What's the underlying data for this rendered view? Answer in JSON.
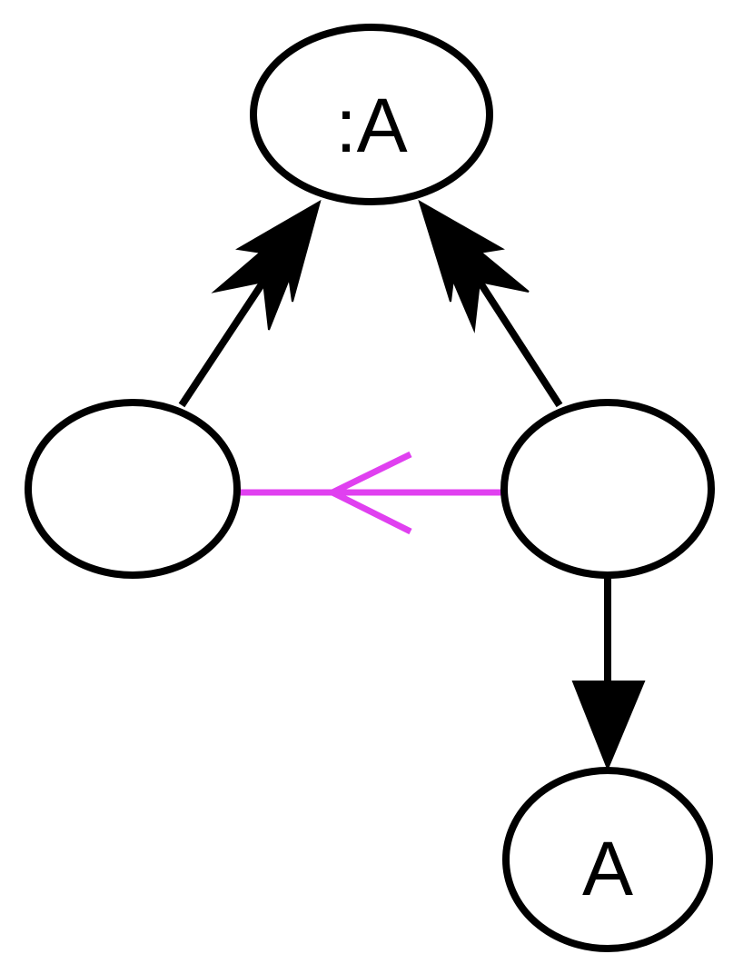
{
  "diagram": {
    "nodes": [
      {
        "id": "top",
        "label": ":A"
      },
      {
        "id": "left",
        "label": ""
      },
      {
        "id": "right",
        "label": ""
      },
      {
        "id": "bottom",
        "label": "A"
      }
    ],
    "edges": [
      {
        "id": "left-to-top",
        "from": "left",
        "to": "top",
        "arrowhead": "double-filled"
      },
      {
        "id": "right-to-top",
        "from": "right",
        "to": "top",
        "arrowhead": "double-filled"
      },
      {
        "id": "right-to-left",
        "from": "right",
        "to": "left",
        "arrowhead": "open-chevron"
      },
      {
        "id": "right-to-bottom",
        "from": "right",
        "to": "bottom",
        "arrowhead": "filled"
      }
    ],
    "colors": {
      "stroke": "#000000",
      "highlight_edge": "#e040f0",
      "background": "#ffffff"
    }
  }
}
